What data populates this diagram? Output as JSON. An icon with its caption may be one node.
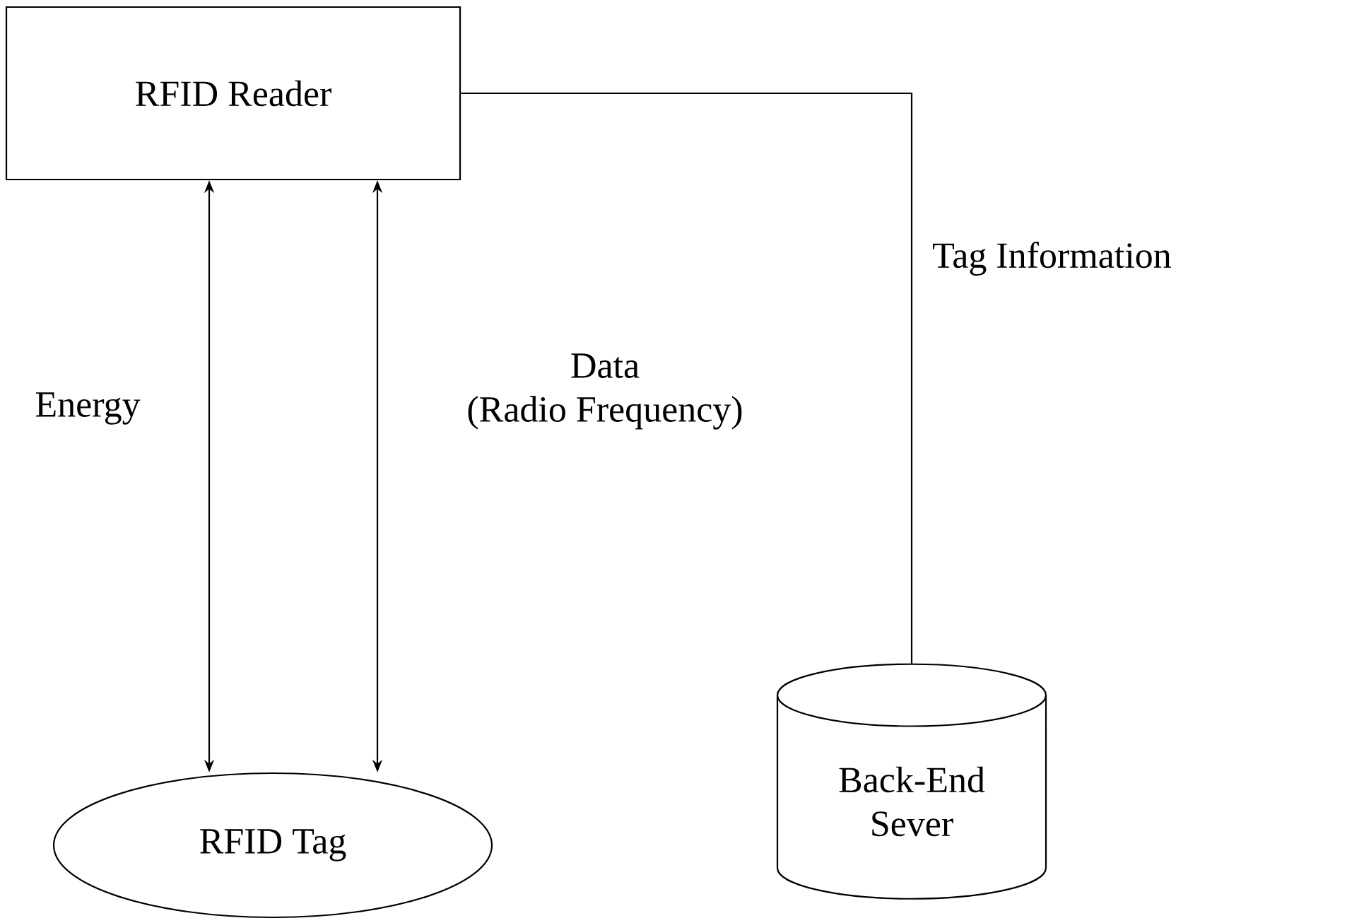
{
  "diagram": {
    "nodes": [
      {
        "text": [
          "RFID Reader"
        ]
      },
      {
        "text": [
          "RFID Tag"
        ]
      },
      {
        "text": [
          "Back-End Sever"
        ]
      }
    ],
    "edges": [
      {
        "from": 0,
        "to": 2,
        "arrow": "none",
        "label": "Tag Information"
      },
      {
        "from": 0,
        "to": 1,
        "arrow": "both",
        "label": "Energy"
      },
      {
        "from": 0,
        "to": 1,
        "arrow": "both",
        "label": "Data (Radio Frequency)"
      }
    ]
  }
}
